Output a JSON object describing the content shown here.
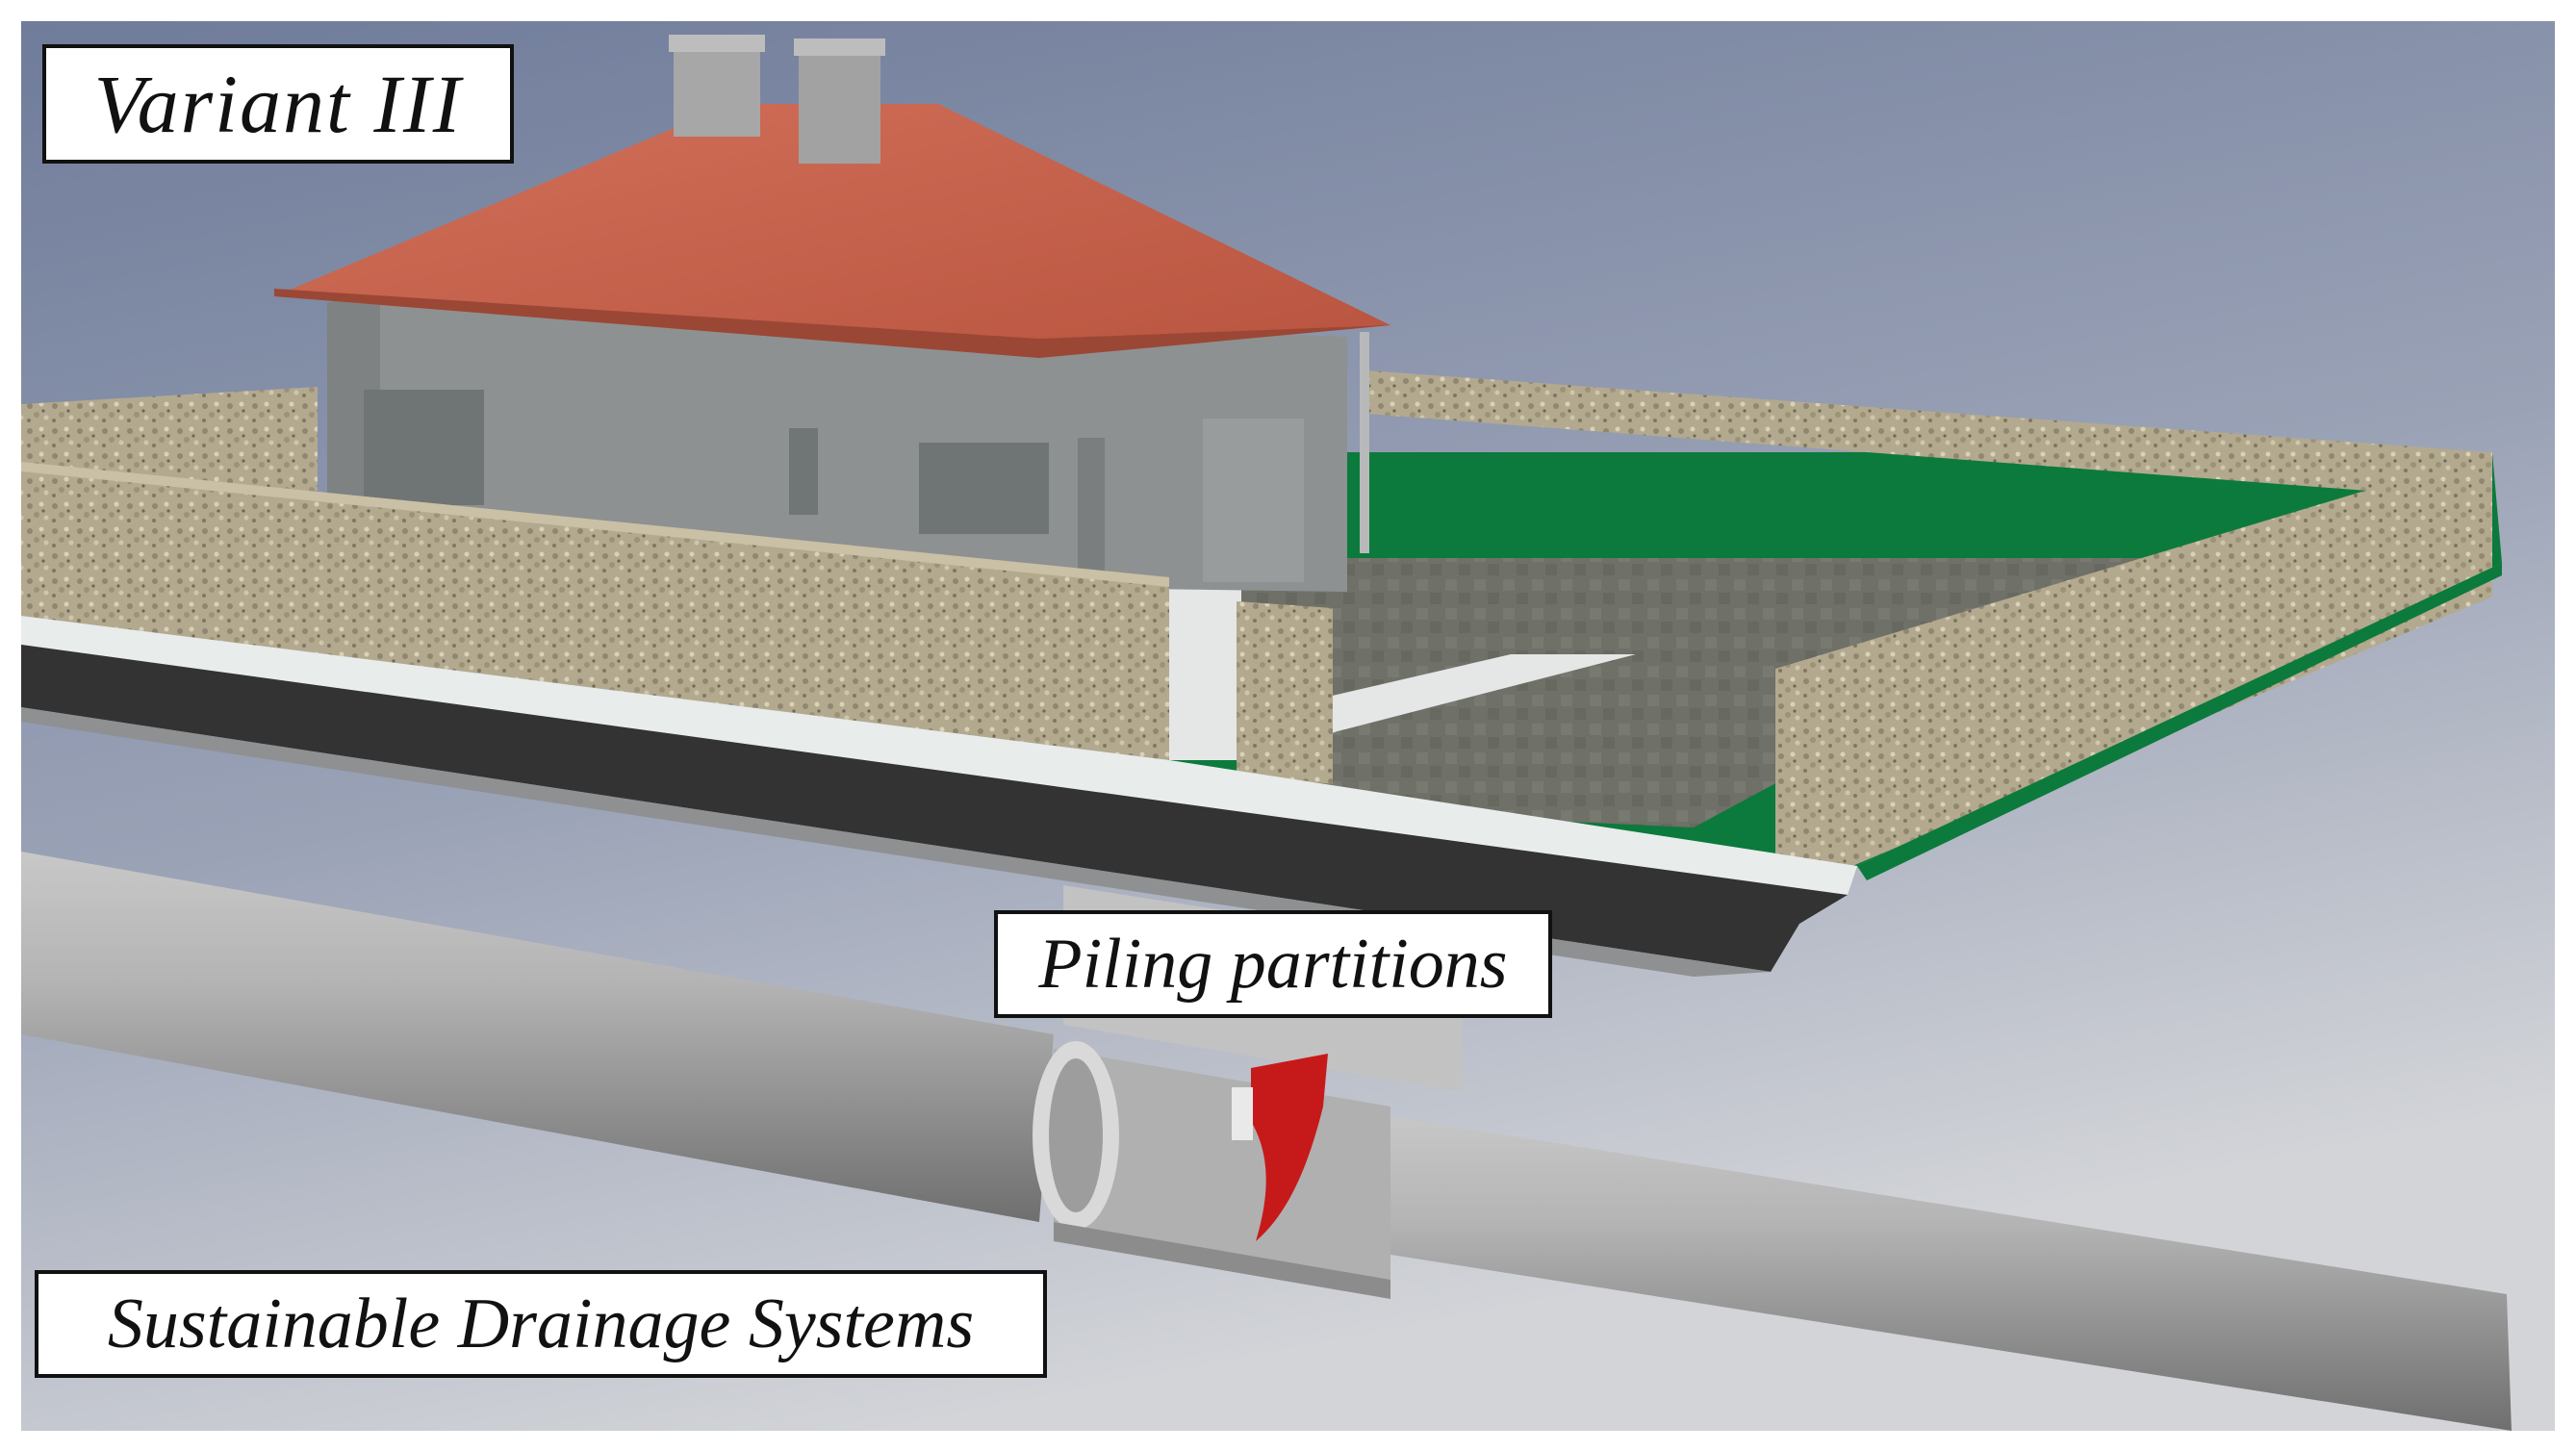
{
  "labels": {
    "variant": "Variant  III",
    "piling": "Piling partitions",
    "suds": "Sustainable Drainage Systems"
  },
  "colors": {
    "background_top": "#7b88a4",
    "background_bottom": "#c9ccd3",
    "roof": "#c8604a",
    "house_wall": "#8d9192",
    "wall_stone": "#b5ab92",
    "lawn": "#0c7a3c",
    "path": "#e4e7e6",
    "paving": "#6e6f66",
    "pipe": "#a9a9a9",
    "gutter": "#333333",
    "flap_valve": "#c61a1a"
  },
  "icons": [
    "house-model",
    "garden-wall",
    "lawn",
    "drainage-pipe",
    "piling-partition-chamber",
    "flap-valve"
  ]
}
